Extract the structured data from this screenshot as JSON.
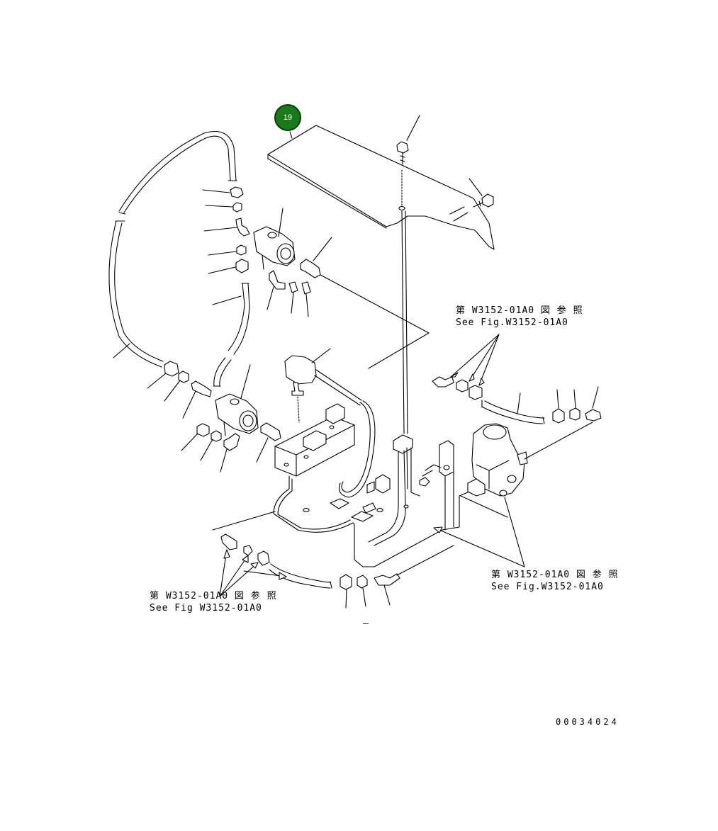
{
  "callouts": [
    {
      "number": "19",
      "color": "#1a7a1a"
    }
  ],
  "references": [
    {
      "jp": "第 W3152-01A0 図 参 照",
      "en": "See Fig.W3152-01A0"
    },
    {
      "jp": "第 W3152-01A0 図 参 照",
      "en": "See Fig.W3152-01A0"
    },
    {
      "jp": "第 W3152-01A0 図 参 照",
      "en": "See Fig W3152-01A0"
    }
  ],
  "drawing_number": "00034024",
  "stray_mark": "–"
}
